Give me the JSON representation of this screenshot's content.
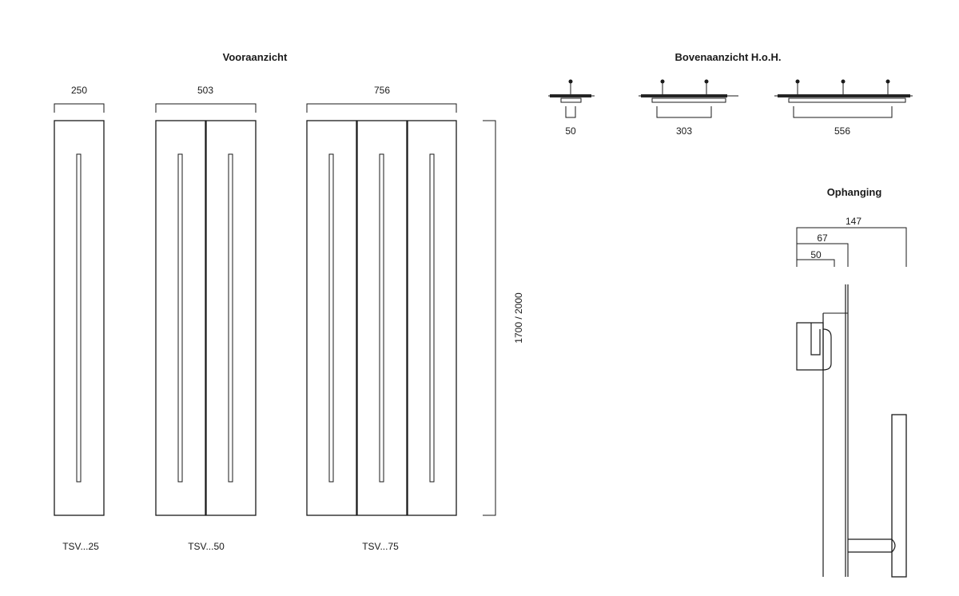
{
  "titles": {
    "front": "Vooraanzicht",
    "top": "Bovenaanzicht H.o.H.",
    "mount": "Ophanging"
  },
  "front_view": {
    "widths": [
      "250",
      "503",
      "756"
    ],
    "height": "1700 / 2000",
    "models": [
      "TSV...25",
      "TSV...50",
      "TSV...75"
    ]
  },
  "top_view": {
    "spacings": [
      "50",
      "303",
      "556"
    ]
  },
  "mount": {
    "dims": [
      "147",
      "67",
      "50"
    ]
  }
}
